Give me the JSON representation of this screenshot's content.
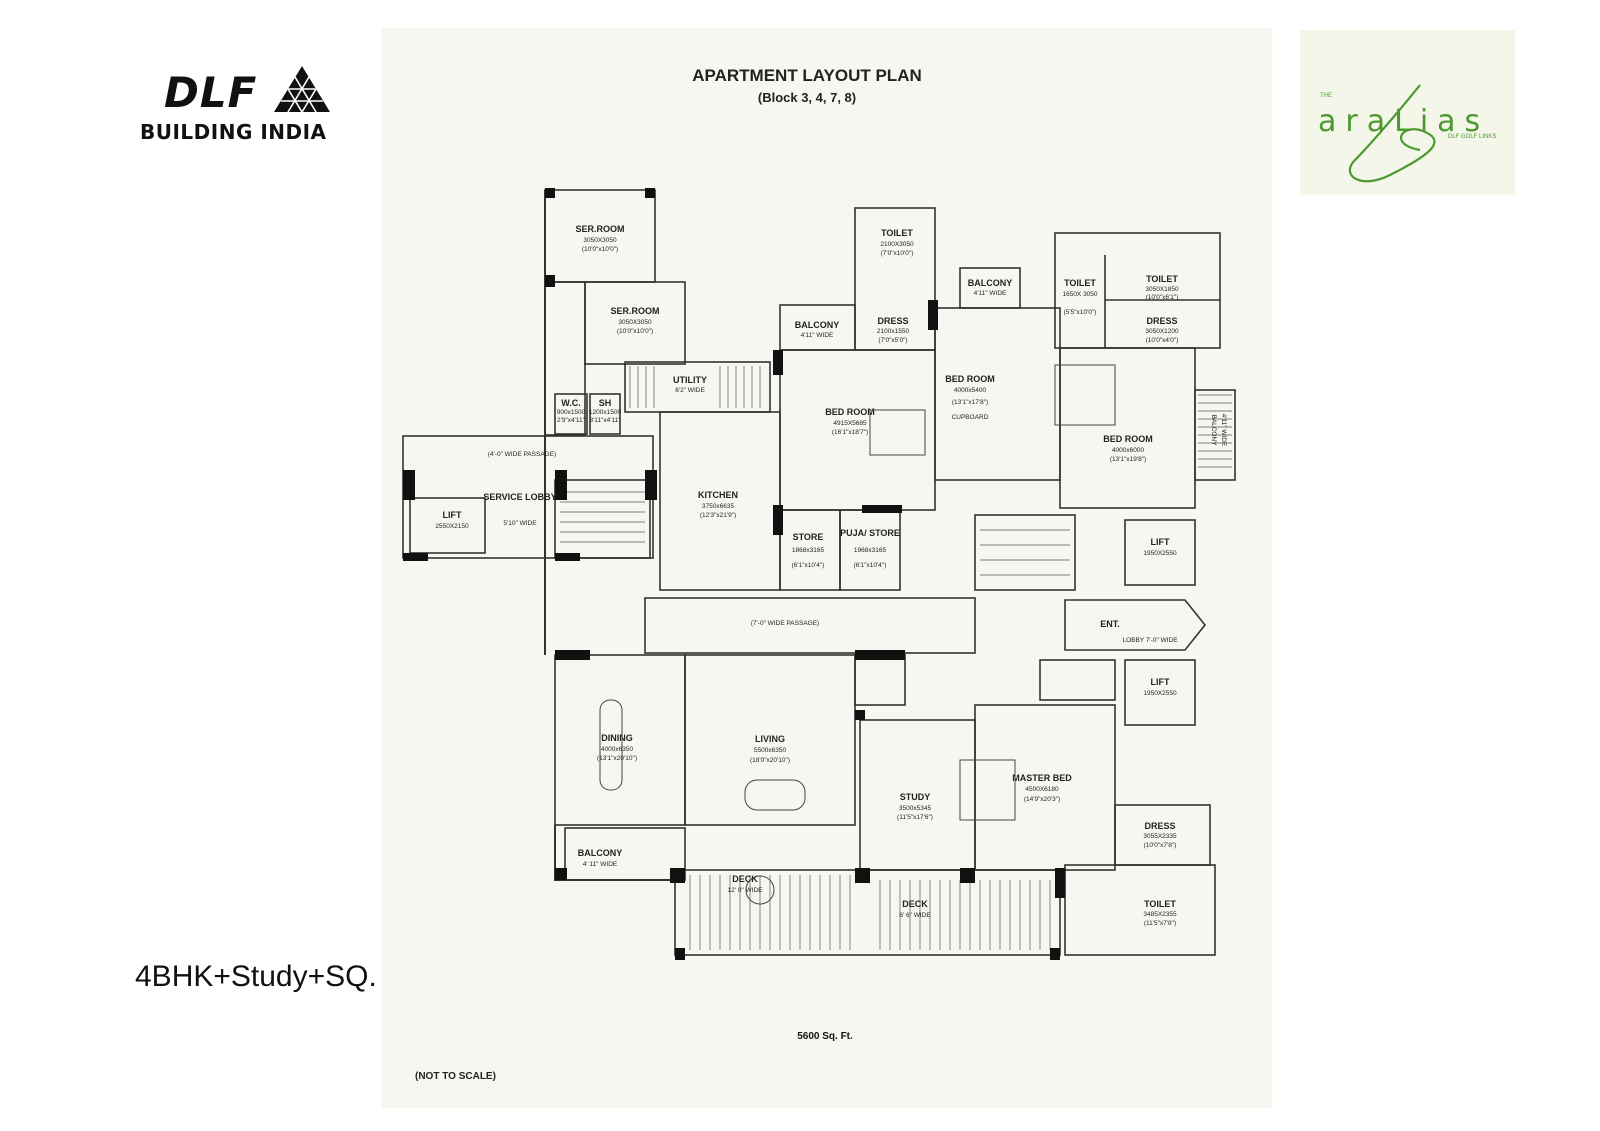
{
  "brand": {
    "dlf_wordmark": "DLF",
    "dlf_tagline": "BUILDING INDIA",
    "project_logo": {
      "prefix": "THE",
      "name": "araLias",
      "sub": "DLF GOLF LINKS"
    },
    "colors": {
      "logo_green": "#4b9a2f",
      "dlf_black": "#111111"
    }
  },
  "plan": {
    "title": "APARTMENT LAYOUT PLAN",
    "subtitle": "(Block 3, 4, 7, 8)",
    "rooms": [
      {
        "id": "ser-room-1",
        "name": "SER.ROOM",
        "dims": "3050X3050",
        "imperial": "(10'0\"x10'0\")"
      },
      {
        "id": "ser-room-2",
        "name": "SER.ROOM",
        "dims": "3050X3050",
        "imperial": "(10'0\"x10'0\")"
      },
      {
        "id": "wc",
        "name": "W.C.",
        "dims": "900x1500",
        "imperial": "2'9\"x4'11\""
      },
      {
        "id": "sh",
        "name": "SH",
        "dims": "1200x1500",
        "imperial": "3'11\"x4'11\""
      },
      {
        "id": "utility",
        "name": "UTILITY",
        "dims": "",
        "imperial": "6'2\" WIDE"
      },
      {
        "id": "passage-4",
        "name": "(4'-0\" WIDE PASSAGE)",
        "dims": "",
        "imperial": ""
      },
      {
        "id": "lift-service",
        "name": "LIFT",
        "dims": "2550X2150",
        "imperial": ""
      },
      {
        "id": "service-lobby",
        "name": "SERVICE LOBBY",
        "dims": "",
        "imperial": "5'10\" WIDE"
      },
      {
        "id": "kitchen",
        "name": "KITCHEN",
        "dims": "3750x6635",
        "imperial": "(12'3\"x21'9\")"
      },
      {
        "id": "balcony-1",
        "name": "BALCONY",
        "dims": "",
        "imperial": "4'11\" WIDE"
      },
      {
        "id": "toilet-1",
        "name": "TOILET",
        "dims": "2100X3050",
        "imperial": "(7'0\"x10'0\")"
      },
      {
        "id": "dress-1",
        "name": "DRESS",
        "dims": "2100x1550",
        "imperial": "(7'0\"x5'0\")"
      },
      {
        "id": "bed-room-1",
        "name": "BED ROOM",
        "dims": "4915X5685",
        "imperial": "(16'1\"x18'7\")"
      },
      {
        "id": "store",
        "name": "STORE",
        "dims": "1868x3165",
        "imperial": "(6'1\"x10'4\")"
      },
      {
        "id": "puja-store",
        "name": "PUJA/ STORE",
        "dims": "1968x3165",
        "imperial": "(6'1\"x10'4\")"
      },
      {
        "id": "balcony-2",
        "name": "BALCONY",
        "dims": "",
        "imperial": "4'11\" WIDE"
      },
      {
        "id": "bed-room-2",
        "name": "BED ROOM",
        "dims": "4000x5400",
        "imperial": "(13'1\"x17'8\")"
      },
      {
        "id": "cupboard",
        "name": "CUPBOARD",
        "dims": "",
        "imperial": ""
      },
      {
        "id": "toilet-2",
        "name": "TOILET",
        "dims": "1650X 3050",
        "imperial": "(5'5\"x10'0\")"
      },
      {
        "id": "toilet-3",
        "name": "TOILET",
        "dims": "3050X1850",
        "imperial": "(10'0\"x6'1\")"
      },
      {
        "id": "dress-2",
        "name": "DRESS",
        "dims": "3050X1200",
        "imperial": "(10'0\"x4'0\")"
      },
      {
        "id": "bed-room-3",
        "name": "BED ROOM",
        "dims": "4000x6000",
        "imperial": "(13'1\"x19'8\")"
      },
      {
        "id": "balcony-3",
        "name": "BALCONY",
        "dims": "",
        "imperial": "4'11\" WIDE"
      },
      {
        "id": "lift-1",
        "name": "LIFT",
        "dims": "1950X2550",
        "imperial": ""
      },
      {
        "id": "passage-7",
        "name": "(7'-0\" WIDE PASSAGE)",
        "dims": "",
        "imperial": ""
      },
      {
        "id": "ent-lobby",
        "name": "ENT.",
        "dims": "",
        "imperial": "LOBBY 7'-0\" WIDE"
      },
      {
        "id": "lift-2",
        "name": "LIFT",
        "dims": "1950X2550",
        "imperial": ""
      },
      {
        "id": "dining",
        "name": "DINING",
        "dims": "4000x6350",
        "imperial": "(13'1\"x20'10\")"
      },
      {
        "id": "living",
        "name": "LIVING",
        "dims": "5500x6350",
        "imperial": "(18'0\"x20'10\")"
      },
      {
        "id": "study",
        "name": "STUDY",
        "dims": "3500x5345",
        "imperial": "(11'5\"x17'6\")"
      },
      {
        "id": "master-bed",
        "name": "MASTER BED",
        "dims": "4500X6180",
        "imperial": "(14'9\"x20'3\")"
      },
      {
        "id": "dress-3",
        "name": "DRESS",
        "dims": "3055X2335",
        "imperial": "(10'0\"x7'8\")"
      },
      {
        "id": "balcony-4",
        "name": "BALCONY",
        "dims": "",
        "imperial": "4' 11\" WIDE"
      },
      {
        "id": "deck-1",
        "name": "DECK",
        "dims": "",
        "imperial": "12' 0\" WIDE"
      },
      {
        "id": "deck-2",
        "name": "DECK",
        "dims": "",
        "imperial": "6' 6\" WIDE"
      },
      {
        "id": "toilet-4",
        "name": "TOILET",
        "dims": "3485X2355",
        "imperial": "(11'5\"x7'8\")"
      }
    ]
  },
  "unit_type": "4BHK+Study+SQ.",
  "area": "5600 Sq. Ft.",
  "not_to_scale": "(NOT TO SCALE)"
}
